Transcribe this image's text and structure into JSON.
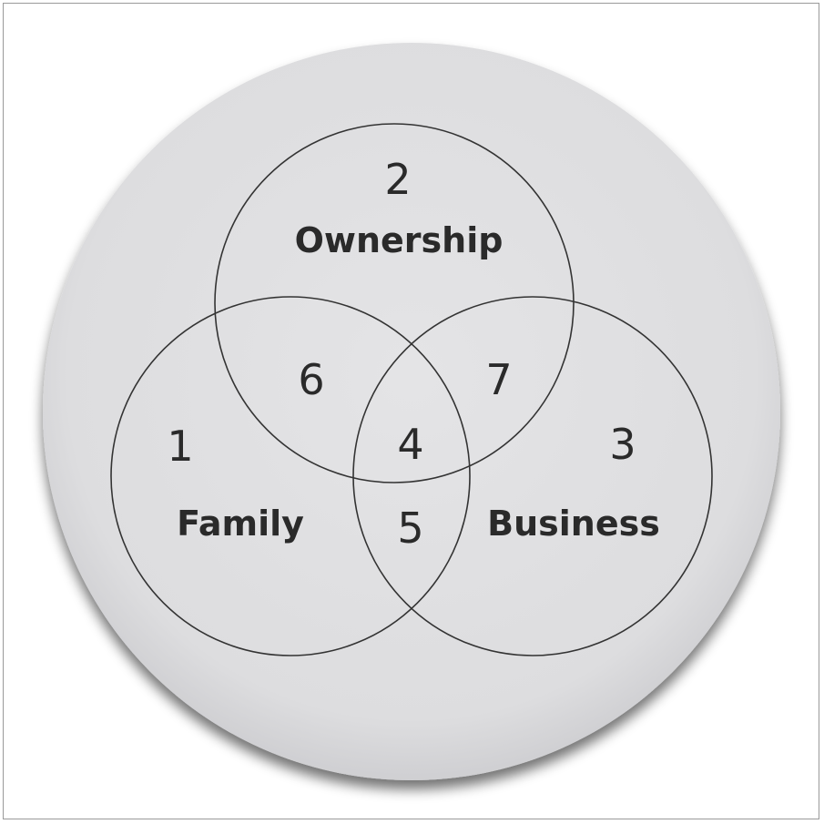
{
  "diagram": {
    "circles": [
      {
        "name": "Ownership",
        "region_number": "2"
      },
      {
        "name": "Family",
        "region_number": "1"
      },
      {
        "name": "Business",
        "region_number": "3"
      }
    ],
    "overlaps": {
      "family_ownership": "6",
      "ownership_business": "7",
      "family_business": "5",
      "all_three": "4"
    },
    "colors": {
      "disc_fill": "#e0e0e2",
      "line": "#333333",
      "text": "#2a2a2a"
    }
  }
}
